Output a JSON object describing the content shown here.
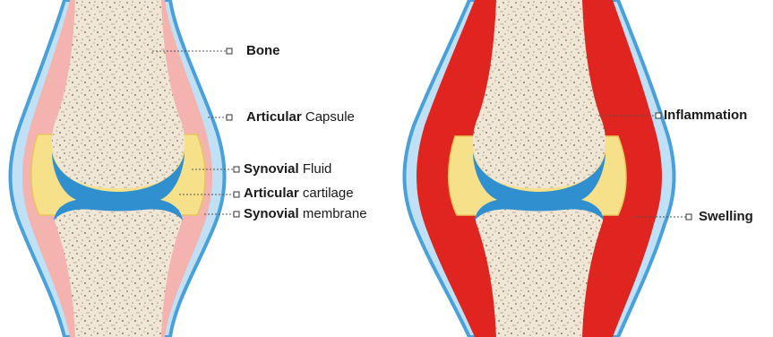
{
  "colors": {
    "bone": "#efe6d6",
    "bone_speckle": "#9c8a74",
    "capsule_outer": "#4aa0d8",
    "capsule_outer_light": "#bfe0f5",
    "synovial_membrane_healthy": "#f4b3ae",
    "synovial_fluid": "#f7e08a",
    "articular_cartilage": "#2f8fcf",
    "inflamed_membrane": "#e0241f",
    "leader_line": "#555555"
  },
  "healthy_joint": {
    "labels": [
      {
        "bold": "Bone",
        "rest": ""
      },
      {
        "bold": "Articular",
        "rest": " Capsule"
      },
      {
        "bold": "Synovial",
        "rest": " Fluid"
      },
      {
        "bold": "Articular",
        "rest": " cartilage"
      },
      {
        "bold": "Synovial",
        "rest": " membrane"
      }
    ]
  },
  "inflamed_joint": {
    "labels": [
      {
        "bold": "Inflammation",
        "rest": ""
      },
      {
        "bold": "Swelling",
        "rest": ""
      }
    ]
  }
}
